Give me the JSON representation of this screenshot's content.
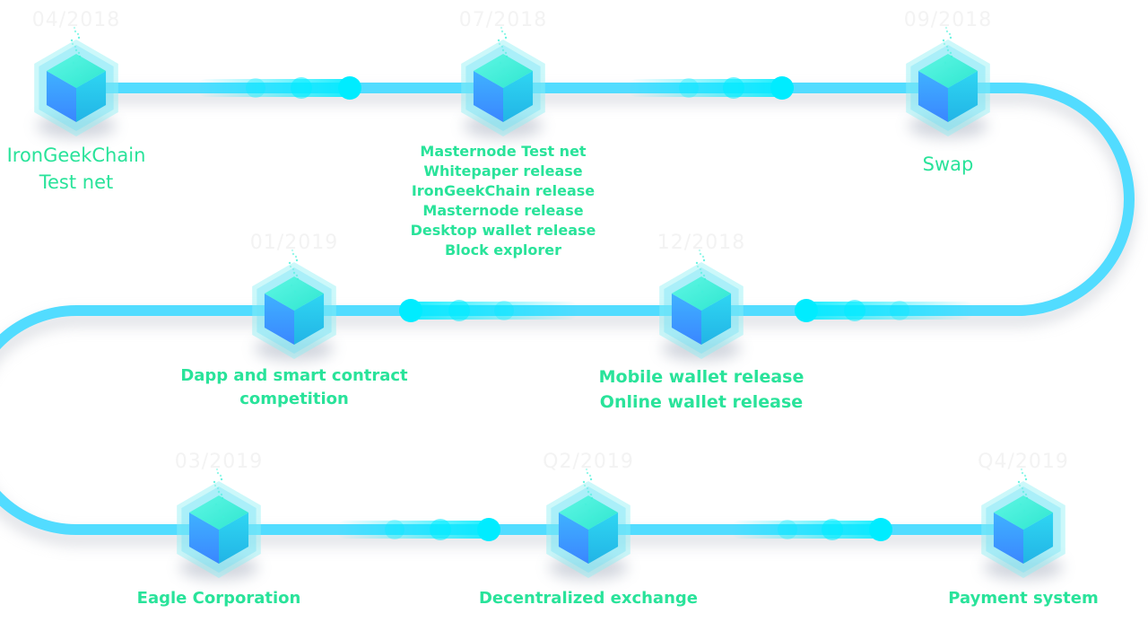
{
  "colors": {
    "track": "#4fdcff",
    "track_shadow": "#bfc4cc",
    "cube_top": "#3ff0d8",
    "cube_left": "#3aa6ff",
    "cube_right": "#2dc6f0",
    "glow": "#00ecff",
    "label": "#29e39a",
    "date": "#f3f3f3"
  },
  "milestones": [
    {
      "id": "m1",
      "date": "04/2018",
      "lines": [
        "IronGeekChain",
        "Test net"
      ]
    },
    {
      "id": "m2",
      "date": "07/2018",
      "lines": [
        "Masternode Test net",
        "Whitepaper release",
        "IronGeekChain release",
        "Masternode release",
        "Desktop wallet release",
        "Block explorer"
      ]
    },
    {
      "id": "m3",
      "date": "09/2018",
      "lines": [
        "Swap"
      ]
    },
    {
      "id": "m4",
      "date": "12/2018",
      "lines": [
        "Mobile wallet release",
        "Online wallet release"
      ]
    },
    {
      "id": "m5",
      "date": "01/2019",
      "lines": [
        "Dapp and smart contract",
        "competition"
      ]
    },
    {
      "id": "m6",
      "date": "03/2019",
      "lines": [
        "Eagle Corporation"
      ]
    },
    {
      "id": "m7",
      "date": "Q2/2019",
      "lines": [
        "Decentralized exchange"
      ]
    },
    {
      "id": "m8",
      "date": "Q4/2019",
      "lines": [
        "Payment system"
      ]
    }
  ]
}
